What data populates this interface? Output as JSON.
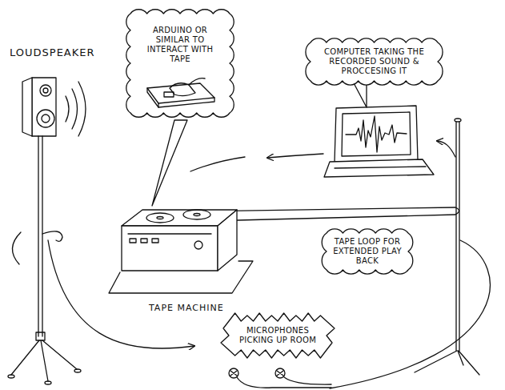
{
  "diagram": {
    "nodes": [
      {
        "text": [
          "ARDUINO OR SIMILAR TO INTERACT WITH TAPE"
        ]
      },
      {
        "text": [
          "COMPUTER TAKING THE RECORDED SOUND & PROCCESING IT"
        ]
      },
      {
        "text": [
          "TAPE LOOP FOR EXTENDED PLAY BACK"
        ]
      },
      {
        "text": [
          "MICROPHONES PICKING UP ROOM"
        ]
      }
    ],
    "labels": [
      "LOUDSPEAKER",
      "TAPE MACHINE"
    ]
  }
}
